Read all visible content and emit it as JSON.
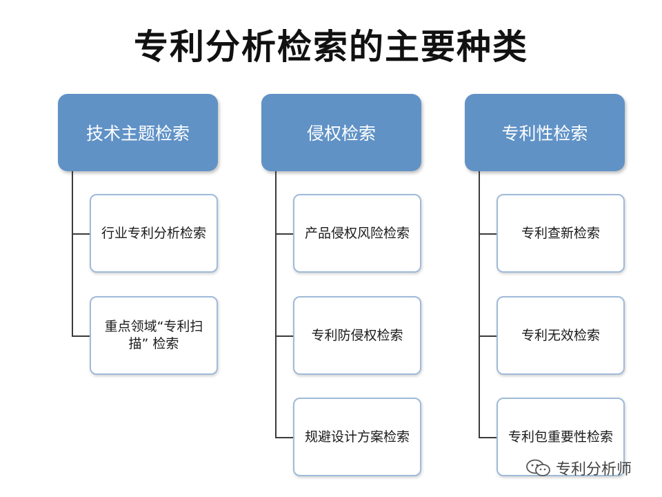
{
  "title": "专利分析检索的主要种类",
  "columns": [
    {
      "header": "技术主题检索",
      "children": [
        "行业专利分析检索",
        "重点领域“专利扫描” 检索"
      ]
    },
    {
      "header": "侵权检索",
      "children": [
        "产品侵权风险检索",
        "专利防侵权检索",
        "规避设计方案检索"
      ]
    },
    {
      "header": "专利性检索",
      "children": [
        "专利查新检索",
        "专利无效检索",
        "专利包重要性检索"
      ]
    }
  ],
  "watermark": {
    "text": "专利分析师",
    "icon": "wechat-icon"
  },
  "colors": {
    "header_fill": "#6092c6",
    "child_border": "#9fbad9",
    "connector": "#3a3a3a"
  }
}
